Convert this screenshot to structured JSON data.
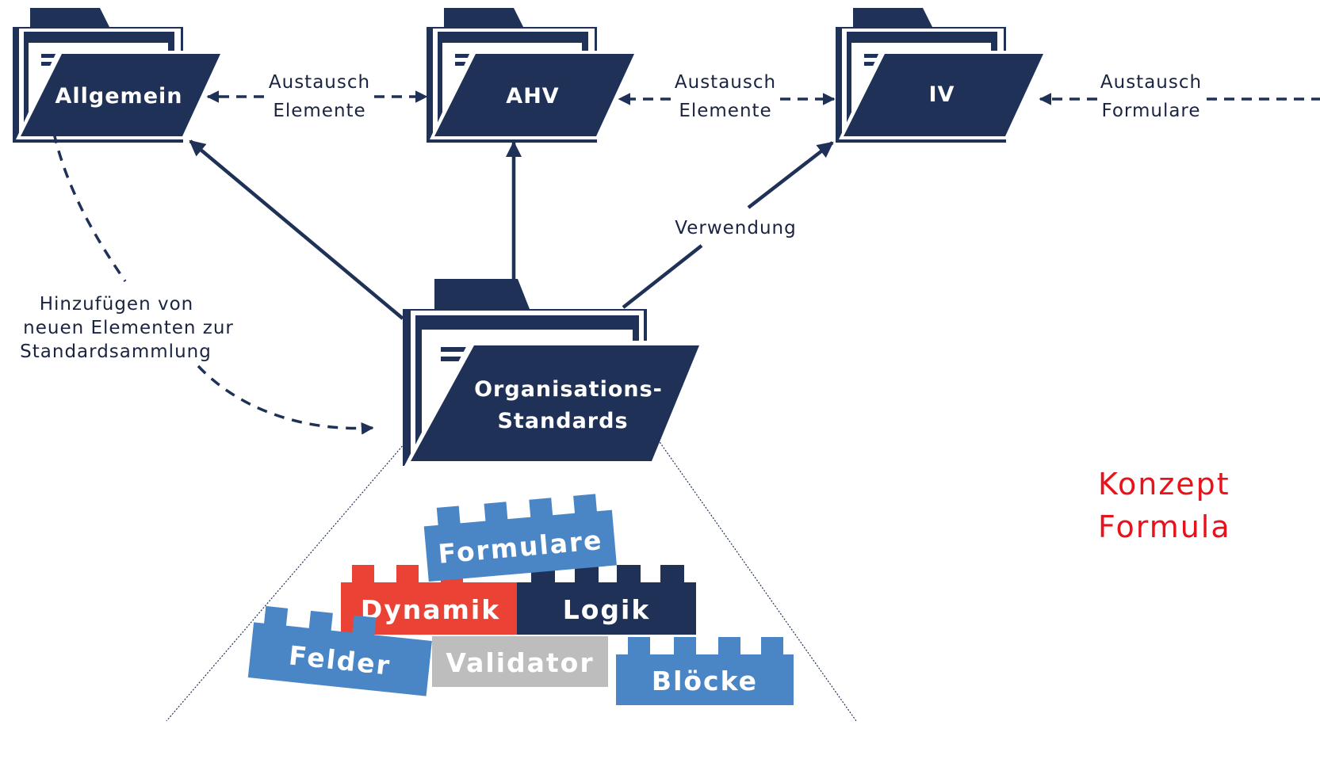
{
  "folders": {
    "allgemein": "Allgemein",
    "ahv": "AHV",
    "iv": "IV",
    "org_line1": "Organisations-",
    "org_line2": "Standards"
  },
  "connectors": {
    "exchange1_line1": "Austausch",
    "exchange1_line2": "Elemente",
    "exchange2_line1": "Austausch",
    "exchange2_line2": "Elemente",
    "exchange3_line1": "Austausch",
    "exchange3_line2": "Formulare",
    "usage": "Verwendung",
    "add_line1": "Hinzufügen von",
    "add_line2": "neuen Elementen zur",
    "add_line3": "Standardsammlung"
  },
  "bricks": {
    "formulare": "Formulare",
    "dynamik": "Dynamik",
    "logik": "Logik",
    "felder": "Felder",
    "validator": "Validator",
    "bloecke": "Blöcke"
  },
  "side_text": {
    "line1": "Konzept",
    "line2": "Formula"
  },
  "colors": {
    "navy": "#1f3157",
    "blue": "#4a86c5",
    "red": "#ea4336",
    "gray": "#bdbdbd",
    "accent_red": "#e8121b"
  }
}
